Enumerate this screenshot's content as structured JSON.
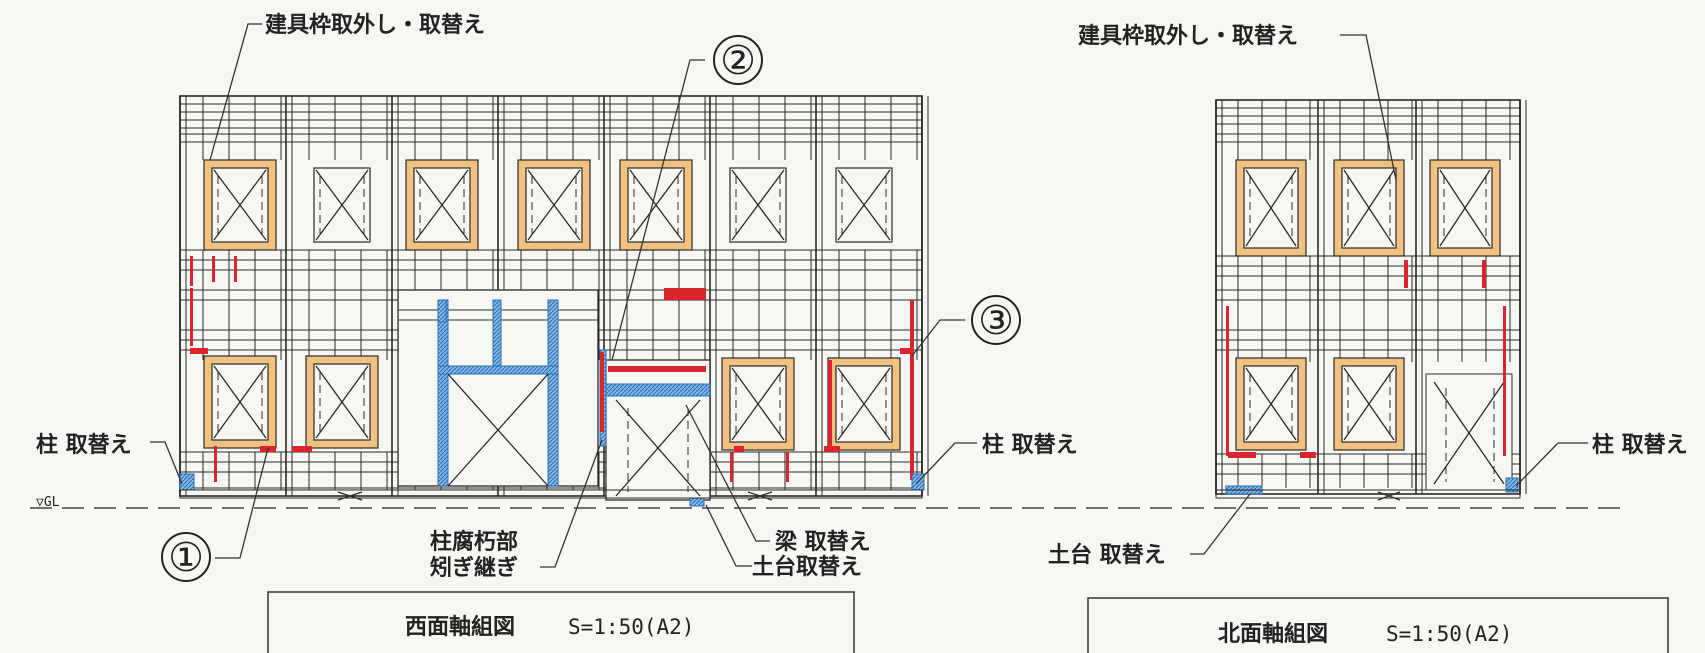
{
  "labels": {
    "frame_remove_west": "建具枠取外し・取替え",
    "frame_remove_north": "建具枠取外し・取替え",
    "column_replace_left": "柱 取替え",
    "column_replace_mid": "柱 取替え",
    "column_replace_right": "柱 取替え",
    "rot_line1": "柱腐朽部",
    "rot_line2": "矧ぎ継ぎ",
    "beam_replace": "梁 取替え",
    "sill_replace_west": "土台取替え",
    "sill_replace_north": "土台 取替え",
    "gl": "▽GL",
    "callout_1": "①",
    "callout_2": "②",
    "callout_3": "③"
  },
  "titles": {
    "west": {
      "name": "西面軸組図",
      "scale": "S=1:50(A2)"
    },
    "north": {
      "name": "北面軸組図",
      "scale": "S=1:50(A2)"
    }
  },
  "colors": {
    "line": "#2a2a2a",
    "frame_fill": "#f0c27f",
    "red": "#d9252b",
    "blue": "#3a8fd6",
    "paper": "#f7f6f3"
  }
}
